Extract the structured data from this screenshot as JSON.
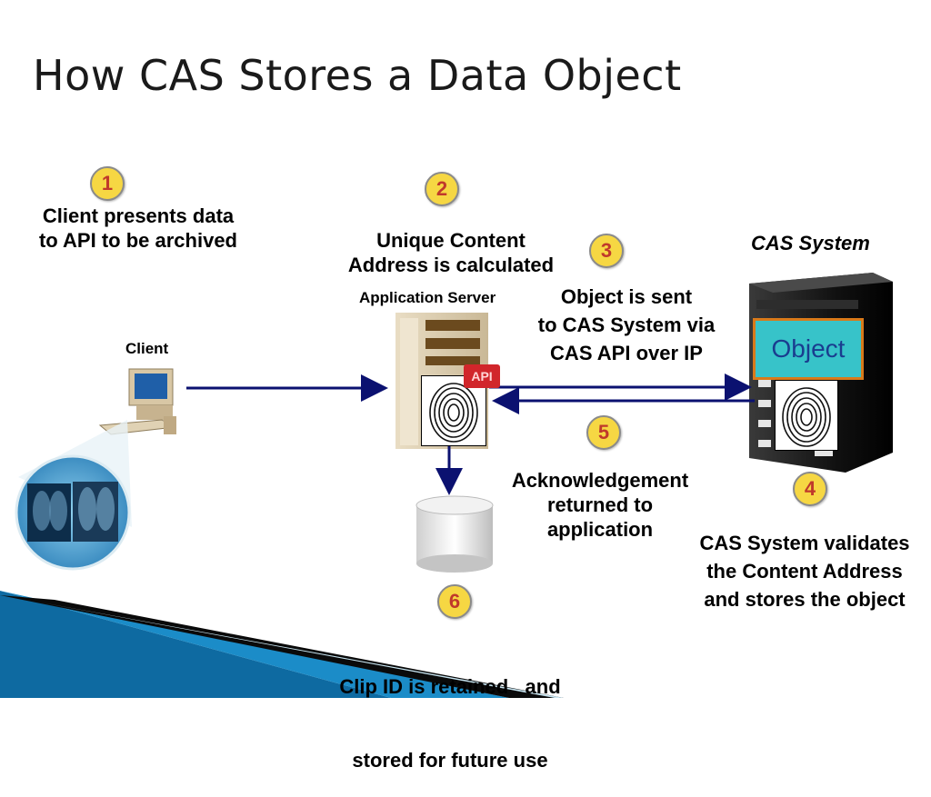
{
  "title": "How CAS Stores a Data Object",
  "labels": {
    "client": "Client",
    "app_server": "Application Server",
    "cas_system": "CAS System",
    "object": "Object",
    "api": "API"
  },
  "steps": [
    {
      "number": "1",
      "line1": "Client presents data",
      "line2": "to API to be archived"
    },
    {
      "number": "2",
      "line1": "Unique Content",
      "line2": "Address is calculated"
    },
    {
      "number": "3",
      "line1": "Object is sent",
      "line2": "to CAS System via",
      "line3": "CAS API over IP"
    },
    {
      "number": "4",
      "line1": "CAS System validates",
      "line2": "the Content Address",
      "line3": "and stores the object"
    },
    {
      "number": "5",
      "line1": "Acknowledgement",
      "line2": "returned to",
      "line3": "application"
    },
    {
      "number": "6",
      "line1": "Clip ID is retained   and",
      "line2": "stored for future use"
    }
  ],
  "colors": {
    "arrow": "#0b1170",
    "step_circle": "#f6d743",
    "object_fill": "#37c3c9",
    "object_border": "#d97a1a",
    "api_tag": "#d1262b"
  }
}
